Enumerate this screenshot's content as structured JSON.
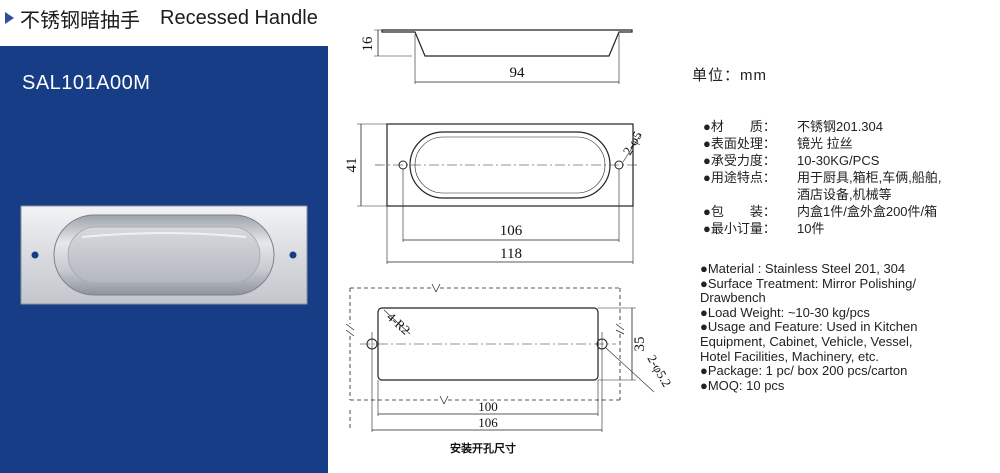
{
  "header": {
    "title_cn": "不锈钢暗抽手",
    "title_en": "Recessed Handle"
  },
  "model": "SAL101A00M",
  "unit": "单位：mm",
  "drawings": {
    "side_height": "16",
    "side_width": "94",
    "top_height": "41",
    "top_inner": "106",
    "top_outer": "118",
    "top_hole": "2-φ5",
    "cut_radius": "4-R2",
    "cut_height": "35",
    "cut_hole": "2-φ5.2",
    "cut_inner": "100",
    "cut_outer": "106",
    "cut_caption": "安装开孔尺寸"
  },
  "specs_cn": [
    {
      "label": "●材　　质：",
      "value": "不锈钢201.304"
    },
    {
      "label": "●表面处理：",
      "value": "镜光 拉丝"
    },
    {
      "label": "●承受力度：",
      "value": "10-30KG/PCS"
    },
    {
      "label": "●用途特点：",
      "value": "用于厨具,箱柜,车俩,船舶,",
      "cont": "酒店设备,机械等"
    },
    {
      "label": "●包　　装：",
      "value": "内盒1件/盒外盒200件/箱"
    },
    {
      "label": "●最小订量：",
      "value": "10件"
    }
  ],
  "specs_en": [
    "●Material : Stainless Steel 201, 304",
    "●Surface Treatment: Mirror Polishing/",
    "Drawbench",
    "●Load Weight: ~10-30 kg/pcs",
    "●Usage and Feature: Used in Kitchen",
    "Equipment, Cabinet, Vehicle, Vessel,",
    "Hotel Facilities, Machinery, etc.",
    "●Package: 1 pc/ box  200 pcs/carton",
    "●MOQ: 10 pcs"
  ],
  "colors": {
    "panel": "#163d85",
    "arrow": "#2f4f9a"
  }
}
